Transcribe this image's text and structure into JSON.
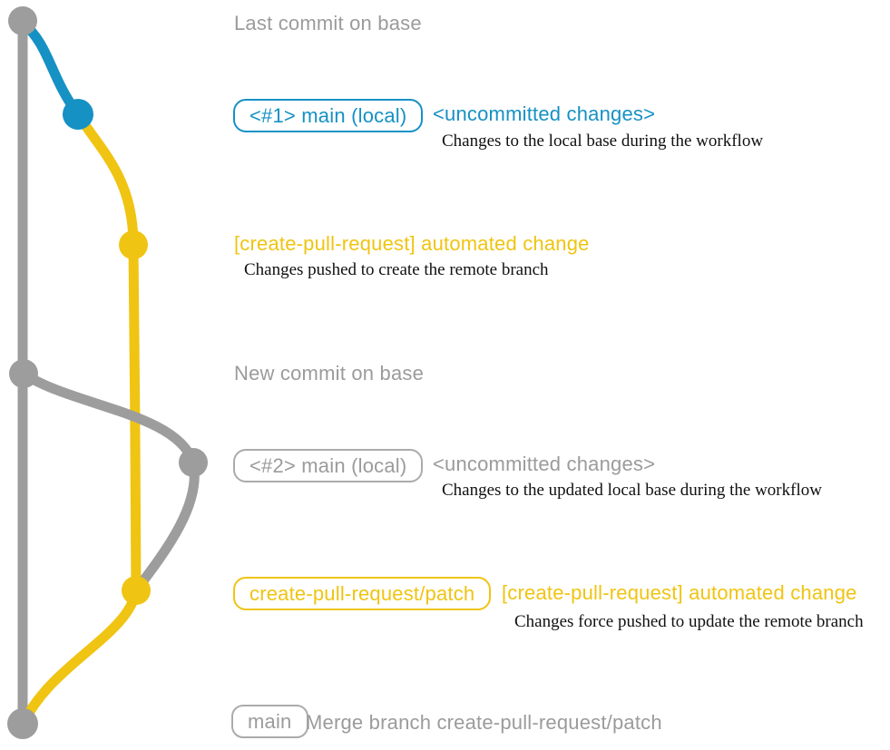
{
  "colors": {
    "blue": "#1691c4",
    "yellow": "#f0c412",
    "gray": "#9d9d9d",
    "gray_text": "#9b9b9b",
    "caption_text": "#111111",
    "background": "#ffffff"
  },
  "graph": {
    "description": "git commit graph with gray base branch, blue local main segment, yellow create-pull-request/patch branch",
    "nodes": [
      {
        "id": "base-last-commit",
        "color_key": "gray",
        "label_ref": "Last commit on base"
      },
      {
        "id": "local-main-1",
        "color_key": "blue",
        "label_ref": "<#1> main (local)"
      },
      {
        "id": "patch-commit-1",
        "color_key": "yellow",
        "label_ref": "[create-pull-request] automated change"
      },
      {
        "id": "base-new-commit",
        "color_key": "gray",
        "label_ref": "New commit on base"
      },
      {
        "id": "local-main-2",
        "color_key": "gray",
        "label_ref": "<#2> main (local)"
      },
      {
        "id": "patch-commit-2",
        "color_key": "yellow",
        "label_ref": "create-pull-request/patch"
      },
      {
        "id": "merge-commit",
        "color_key": "gray",
        "label_ref": "Merge branch create-pull-request/patch"
      }
    ]
  },
  "rows": [
    {
      "type": "label",
      "label": "Last commit on base"
    },
    {
      "type": "badge-row",
      "badge": "<#1> main (local)",
      "title": "<uncommitted changes>",
      "caption": "Changes to the local base during the workflow",
      "accent": "blue"
    },
    {
      "type": "title-row",
      "title": "[create-pull-request] automated change",
      "caption": "Changes pushed to create the remote branch",
      "accent": "yellow"
    },
    {
      "type": "label",
      "label": "New commit on base"
    },
    {
      "type": "badge-row",
      "badge": "<#2> main (local)",
      "title": "<uncommitted changes>",
      "caption": "Changes to the updated local base during the workflow",
      "accent": "gray"
    },
    {
      "type": "badge-title-row",
      "badge": "create-pull-request/patch",
      "title": "[create-pull-request] automated change",
      "caption": "Changes force pushed to update the remote branch",
      "accent": "yellow"
    },
    {
      "type": "badge-label-row",
      "badge": "main",
      "label": "Merge branch create-pull-request/patch",
      "accent": "gray"
    }
  ]
}
